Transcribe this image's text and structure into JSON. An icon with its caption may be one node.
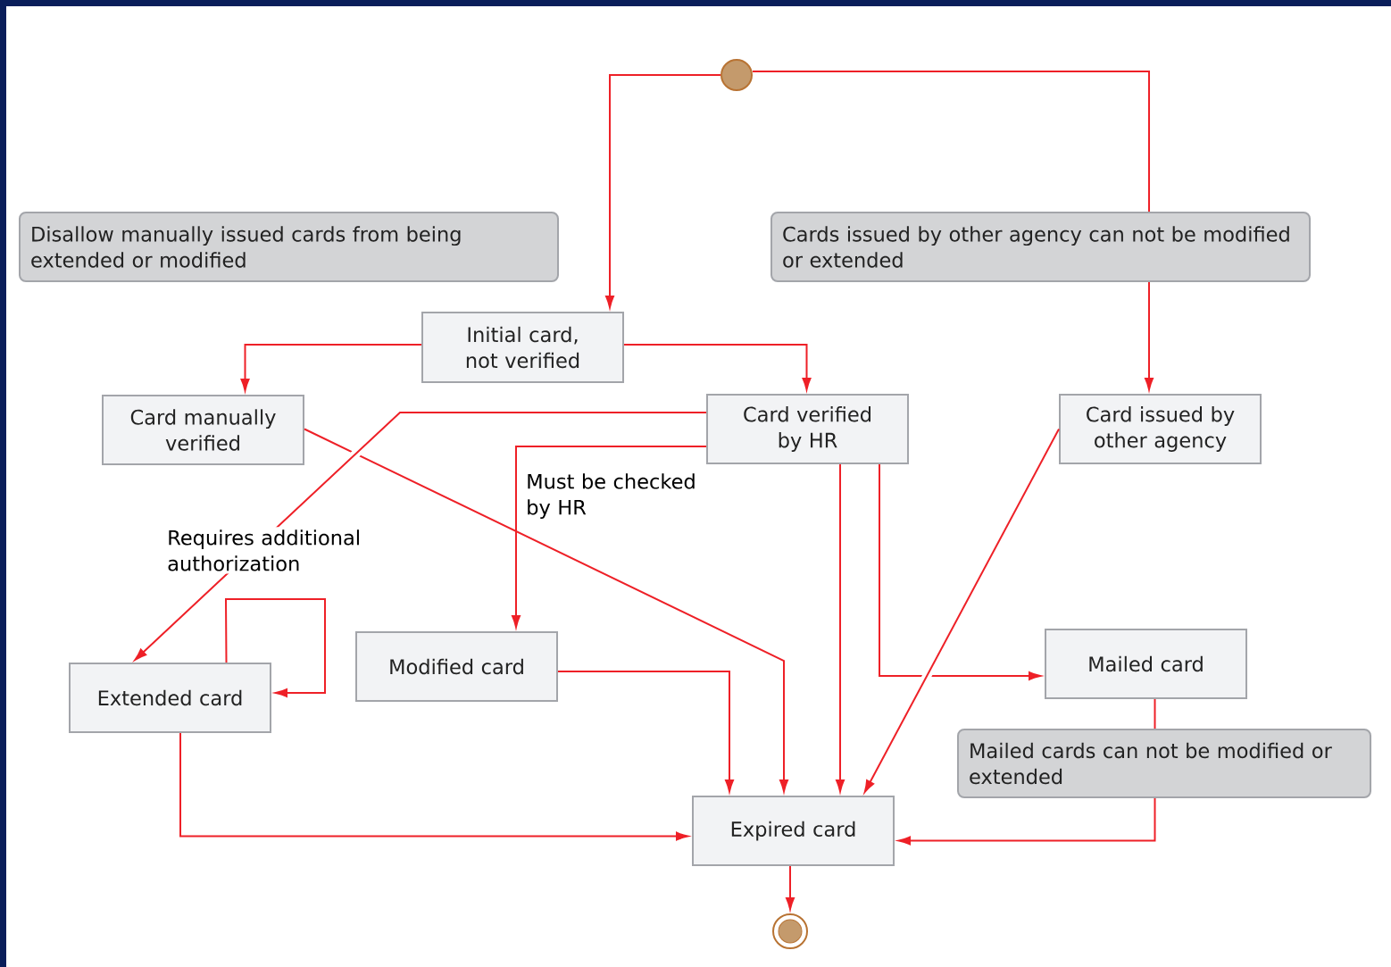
{
  "diagram": {
    "nodes": [
      {
        "text": [],
        "shape": "circle"
      },
      {
        "text": [
          "Disallow manually issued cards from being extended or modified"
        ]
      },
      {
        "text": [
          "Cards issued by other agency can not be modified or extended"
        ]
      },
      {
        "text": [
          "Initial card, not verified"
        ]
      },
      {
        "text": [
          "Card manually verified"
        ]
      },
      {
        "text": [
          "Card verified by HR"
        ]
      },
      {
        "text": [
          "Card issued by other agency"
        ]
      },
      {
        "text": [
          "Modified card"
        ]
      },
      {
        "text": [
          "Mailed card"
        ]
      },
      {
        "text": [
          "Extended card"
        ]
      },
      {
        "text": [
          "Mailed cards can not be modified or extended"
        ]
      },
      {
        "text": [
          "Expired card"
        ]
      },
      {
        "text": [],
        "shape": "circle"
      }
    ],
    "edges": [
      {
        "from": 0,
        "to": 3,
        "arrow": "to"
      },
      {
        "from": 0,
        "to": 2,
        "arrow": "none"
      },
      {
        "from": 2,
        "to": 6,
        "arrow": "to"
      },
      {
        "from": 3,
        "to": 4,
        "arrow": "to"
      },
      {
        "from": 3,
        "to": 5,
        "arrow": "to"
      },
      {
        "from": 5,
        "to": 9,
        "arrow": "to",
        "label": "Requires additional authorization"
      },
      {
        "from": 5,
        "to": 7,
        "arrow": "to",
        "label": "Must be checked by HR"
      },
      {
        "from": 4,
        "to": 11,
        "arrow": "to"
      },
      {
        "from": 5,
        "to": 11,
        "arrow": "to"
      },
      {
        "from": 5,
        "to": 8,
        "arrow": "to"
      },
      {
        "from": 6,
        "to": 11,
        "arrow": "to"
      },
      {
        "from": 9,
        "to": 9,
        "arrow": "to"
      },
      {
        "from": 7,
        "to": 11,
        "arrow": "to"
      },
      {
        "from": 9,
        "to": 11,
        "arrow": "to"
      },
      {
        "from": 8,
        "to": 10,
        "arrow": "none"
      },
      {
        "from": 10,
        "to": 11,
        "arrow": "to"
      },
      {
        "from": 11,
        "to": 12,
        "arrow": "to"
      }
    ]
  }
}
